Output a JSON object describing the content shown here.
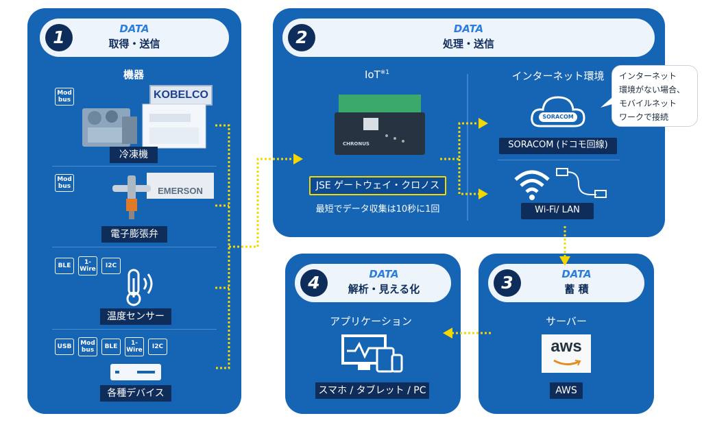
{
  "steps": {
    "s1": {
      "num": "1",
      "title_en": "DATA",
      "title_ja": "取得・送信"
    },
    "s2": {
      "num": "2",
      "title_en": "DATA",
      "title_ja": "処理・送信"
    },
    "s3": {
      "num": "3",
      "title_en": "DATA",
      "title_ja": "蓄 積"
    },
    "s4": {
      "num": "4",
      "title_en": "DATA",
      "title_ja": "解析・見える化"
    }
  },
  "devices": {
    "heading": "機器",
    "chiller": {
      "badges": [
        "Mod\nbus"
      ],
      "brand": "KOBELCO",
      "label": "冷凍機"
    },
    "valve": {
      "badges": [
        "Mod\nbus"
      ],
      "brand": "EMERSON",
      "label": "電子膨張弁"
    },
    "temp": {
      "badges": [
        "BLE",
        "1-\nWire",
        "I2C"
      ],
      "label": "温度センサー"
    },
    "misc": {
      "badges": [
        "USB",
        "Mod\nbus",
        "BLE",
        "1-\nWire",
        "I2C"
      ],
      "label": "各種デバイス"
    }
  },
  "gateway": {
    "iot_label": "IoT",
    "iot_note": "※1",
    "device_logo": "CHRONUS",
    "name": "JSE ゲートウェイ・クロノス",
    "caption": "最短でデータ収集は10秒に1回"
  },
  "network": {
    "heading": "インターネット環境",
    "soracom_logo": "SORACOM",
    "soracom_label": "SORACOM (ドコモ回線)",
    "wifi_label": "Wi-Fi/ LAN",
    "callout": "インターネット\n環境がない場合、\nモバイルネット\nワークで接続"
  },
  "storage": {
    "heading": "サーバー",
    "logo": "aws",
    "label": "AWS"
  },
  "app": {
    "heading": "アプリケーション",
    "label": "スマホ / タブレット / PC"
  },
  "colors": {
    "panel": "#1664b4",
    "pill": "#eef4fb",
    "dark": "#0f2d5a",
    "accent": "#2b7de0",
    "dots": "#f5d800"
  }
}
